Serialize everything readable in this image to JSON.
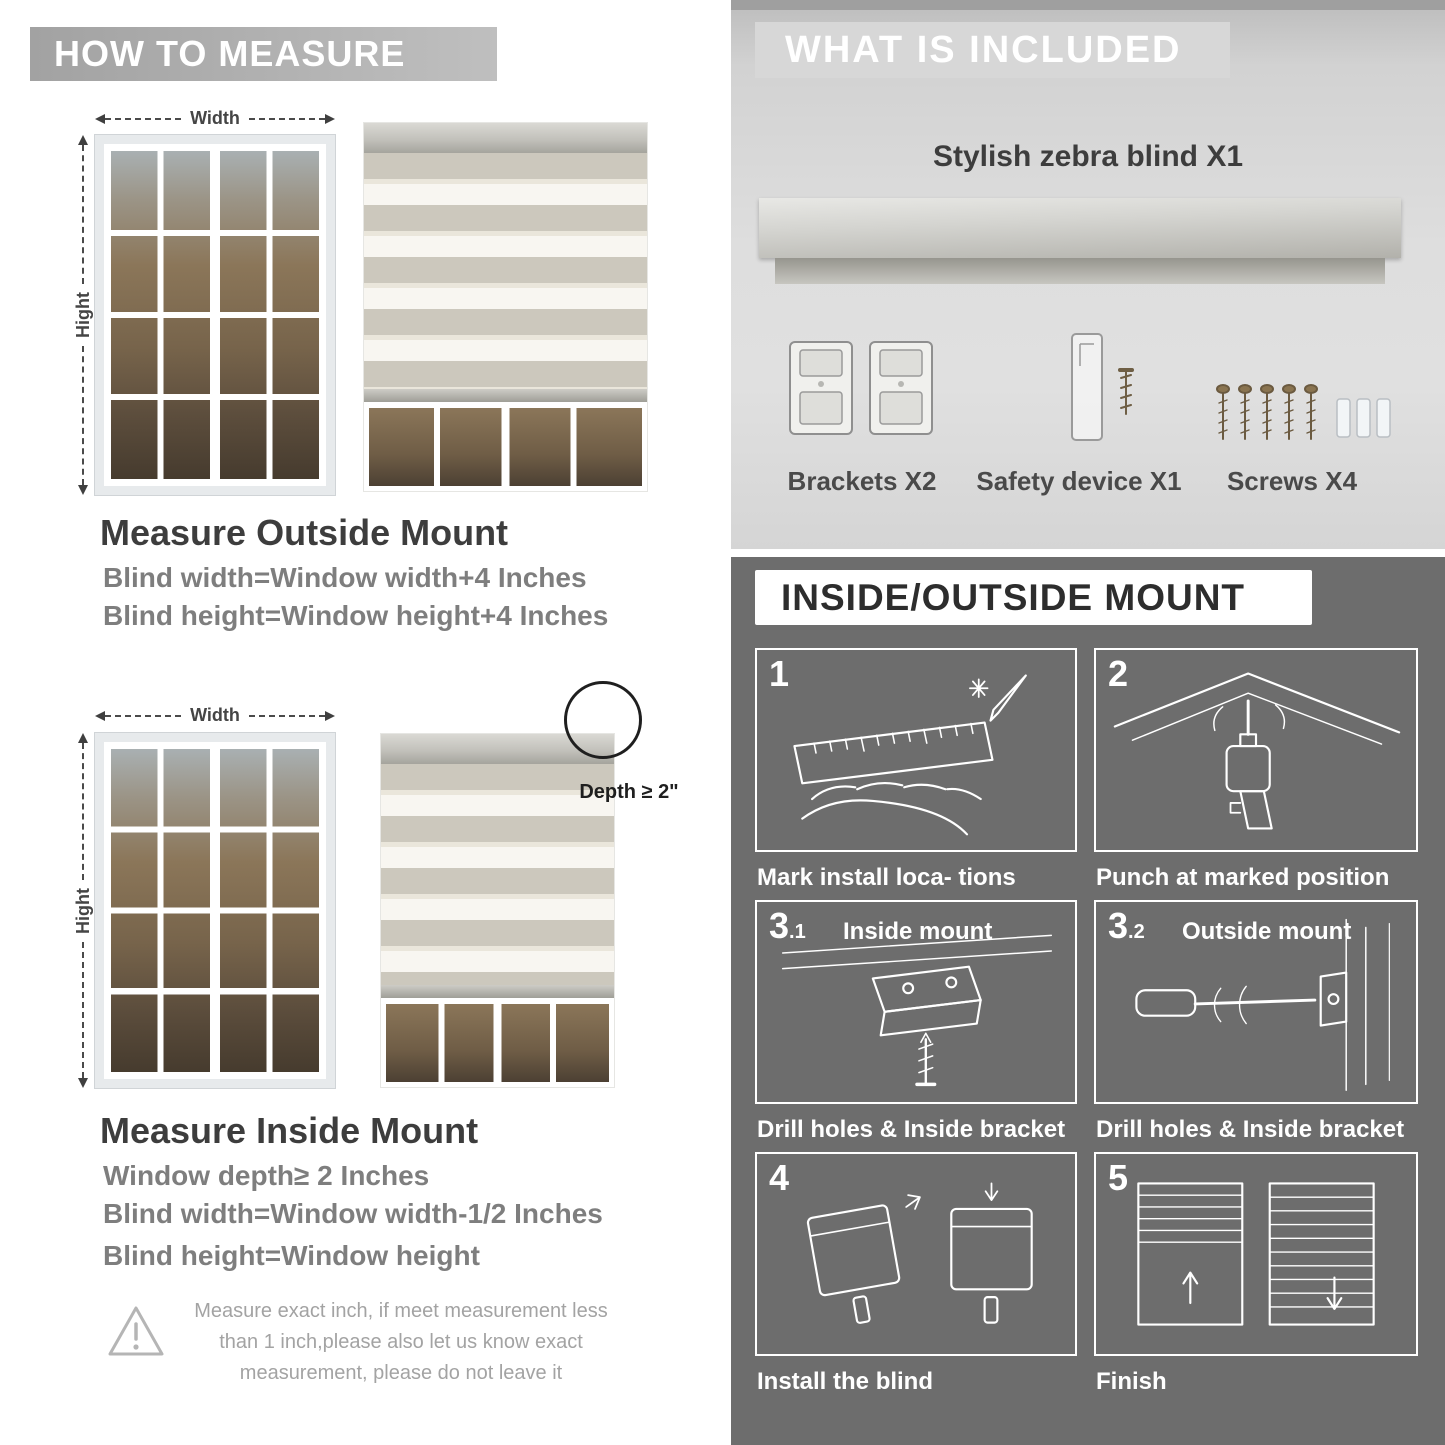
{
  "colors": {
    "banner_gray": "#a9a9a9",
    "included_bg": "#d8d8d8",
    "dark_section_bg": "#6d6d6d",
    "heading_text": "#3d3d3d",
    "body_text_gray": "#7e7e7e"
  },
  "left": {
    "header": "HOW TO MEASURE",
    "outside_mount": {
      "width_label": "Width",
      "height_label": "Hight",
      "title": "Measure Outside Mount",
      "lines": [
        "Blind width=Window width+4 Inches",
        "Blind height=Window height+4 Inches"
      ]
    },
    "inside_mount": {
      "width_label": "Width",
      "height_label": "Hight",
      "depth_label": "Depth ≥ 2\"",
      "title": "Measure Inside Mount",
      "lines": [
        "Window depth≥ 2 Inches",
        "Blind width=Window width-1/2 Inches",
        "Blind height=Window height"
      ]
    },
    "warning_text": "Measure exact inch, if meet measurement less than 1 inch,please also let us know exact measurement, please do not leave it"
  },
  "right": {
    "included": {
      "header": "WHAT IS INCLUDED",
      "product_label": "Stylish zebra blind X1",
      "items": [
        {
          "label": "Brackets X2"
        },
        {
          "label": "Safety device X1"
        },
        {
          "label": "Screws X4"
        }
      ]
    },
    "mount_guide": {
      "header": "INSIDE/OUTSIDE MOUNT",
      "steps": [
        {
          "num": "1",
          "sub": "",
          "title": "",
          "caption": "Mark install loca- tions"
        },
        {
          "num": "2",
          "sub": "",
          "title": "",
          "caption": "Punch at  marked position"
        },
        {
          "num": "3",
          "sub": ".1",
          "title": "Inside mount",
          "caption": "Drill holes &  Inside bracket"
        },
        {
          "num": "3",
          "sub": ".2",
          "title": "Outside mount",
          "caption": "Drill holes &  Inside bracket"
        },
        {
          "num": "4",
          "sub": "",
          "title": "",
          "caption": "Install the blind"
        },
        {
          "num": "5",
          "sub": "",
          "title": "",
          "caption": "Finish"
        }
      ]
    }
  }
}
